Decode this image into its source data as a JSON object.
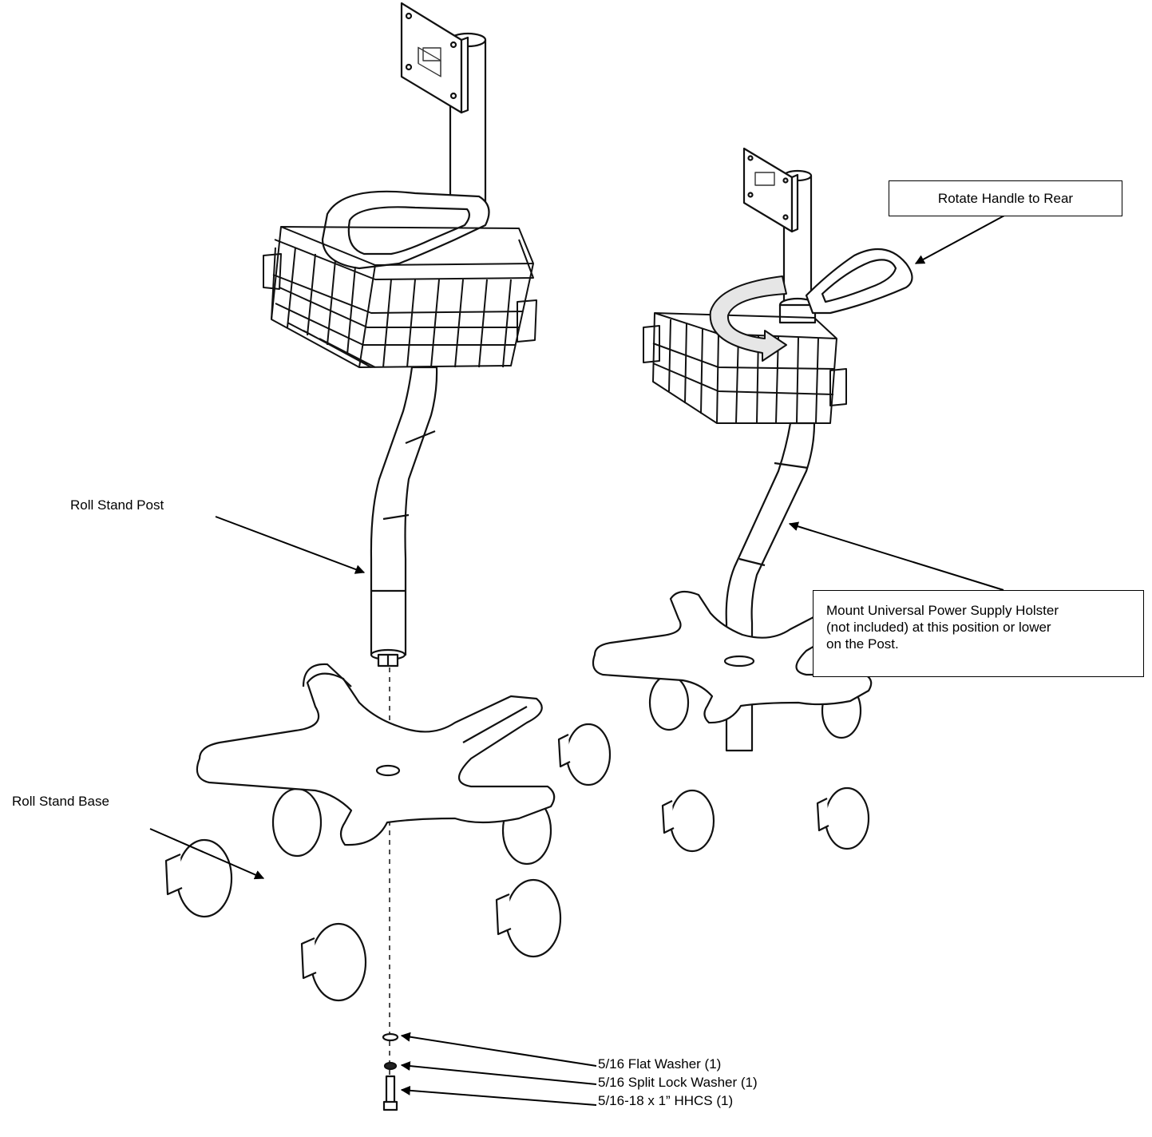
{
  "labels": {
    "roll_stand_post": "Roll Stand Post",
    "roll_stand_base": "Roll Stand Base",
    "flat_washer": "5/16 Flat Washer (1)",
    "split_lock_washer": "5/16 Split Lock Washer (1)",
    "hhcs": "5/16-18 x 1”  HHCS (1)"
  },
  "callouts": {
    "rotate_handle": "Rotate Handle to Rear",
    "mount_holster": [
      "Mount Universal Power Supply Holster",
      "(not included) at this position or lower",
      "on the Post."
    ]
  }
}
